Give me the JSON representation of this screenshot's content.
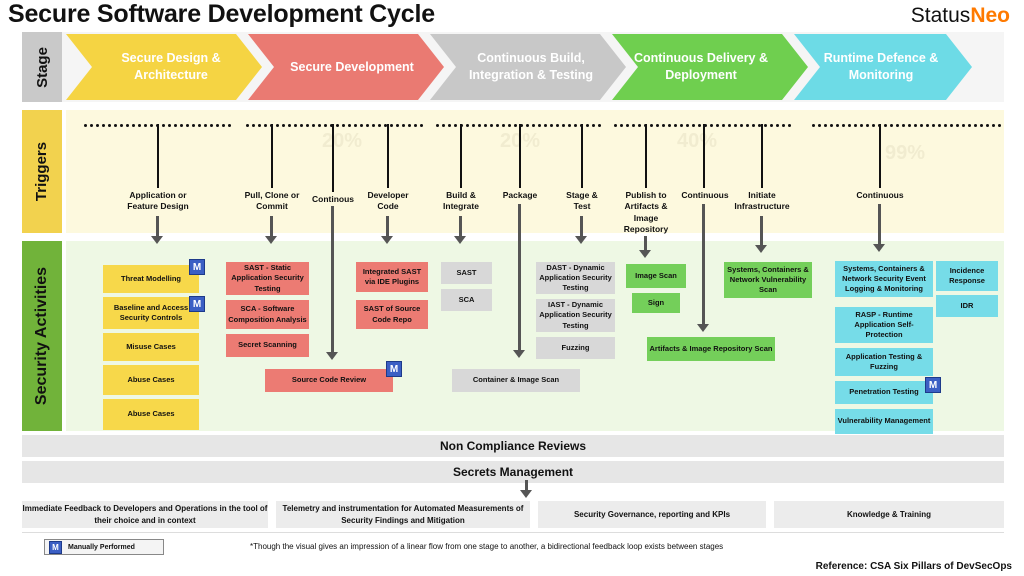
{
  "title": "Secure Software Development Cycle",
  "brand": {
    "part1": "Status",
    "part2": "Neo"
  },
  "row_labels": {
    "stage": "Stage",
    "triggers": "Triggers",
    "security": "Security Activities"
  },
  "stages": [
    {
      "label": "Secure Design & Architecture",
      "color": "#f5d443"
    },
    {
      "label": "Secure Development",
      "color": "#ea7a72"
    },
    {
      "label": "Continuous Build, Integration & Testing",
      "color": "#c8c8c8"
    },
    {
      "label": "Continuous Delivery & Deployment",
      "color": "#6fcf4f"
    },
    {
      "label": "Runtime Defence & Monitoring",
      "color": "#6ddbe6"
    }
  ],
  "watermarks": [
    "20%",
    "20%",
    "40%",
    "99%"
  ],
  "triggers": {
    "app_design": "Application or Feature Design",
    "pull": "Pull, Clone or Commit",
    "continous1": "Continous",
    "dev_code": "Developer Code",
    "build": "Build & Integrate",
    "package": "Package",
    "stage_test": "Stage & Test",
    "publish": "Publish to Artifacts & Image Repository",
    "continuous2": "Continuous",
    "infra": "Initiate Infrastructure",
    "continuous3": "Continuous"
  },
  "activities": {
    "threat": "Threat Modelling",
    "baseline": "Baseline and Access Security Controls",
    "misuse": "Misuse Cases",
    "abuse1": "Abuse Cases",
    "abuse2": "Abuse Cases",
    "sast_static": "SAST - Static Application Security Testing",
    "sca_comp": "SCA - Software Composition Analysis",
    "secret_scan": "Secret Scanning",
    "source_review": "Source Code Review",
    "ide_sast": "Integrated SAST via IDE Plugins",
    "repo_sast": "SAST of Source Code Repo",
    "sast": "SAST",
    "sca": "SCA",
    "container_scan": "Container & Image Scan",
    "dast": "DAST - Dynamic Application Security Testing",
    "iast": "IAST - Dynamic Application Security Testing",
    "fuzzing": "Fuzzing",
    "image_scan": "Image Scan",
    "sign": "Sign",
    "artifact_scan": "Artifacts &  Image Repository Scan",
    "sys_vuln": "Systems, Containers & Network Vulnerability Scan",
    "sys_logging": "Systems, Containers & Network Security Event Logging & Monitoring",
    "incident": "Incidence Response",
    "idr": "IDR",
    "rasp": "RASP - Runtime Application Self-Protection",
    "app_testing": "Application Testing & Fuzzing",
    "pentest": "Penetration Testing",
    "vuln_mgmt": "Vulnerability Management"
  },
  "badge": "M",
  "bars": {
    "compliance": "Non Compliance Reviews",
    "secrets": "Secrets Management"
  },
  "footer_boxes": [
    "Immediate Feedback to Developers and Operations in the tool of  their choice and in context",
    "Telemetry and instrumentation for Automated Measurements of Security Findings and Mitigation",
    "Security Governance, reporting and KPIs",
    "Knowledge & Training"
  ],
  "legend": "Manually Performed",
  "note": "*Though the visual gives an impression of a linear flow from one stage to another, a bidirectional feedback loop exists between stages",
  "reference": "Reference: CSA Six Pillars of DevSecOps"
}
